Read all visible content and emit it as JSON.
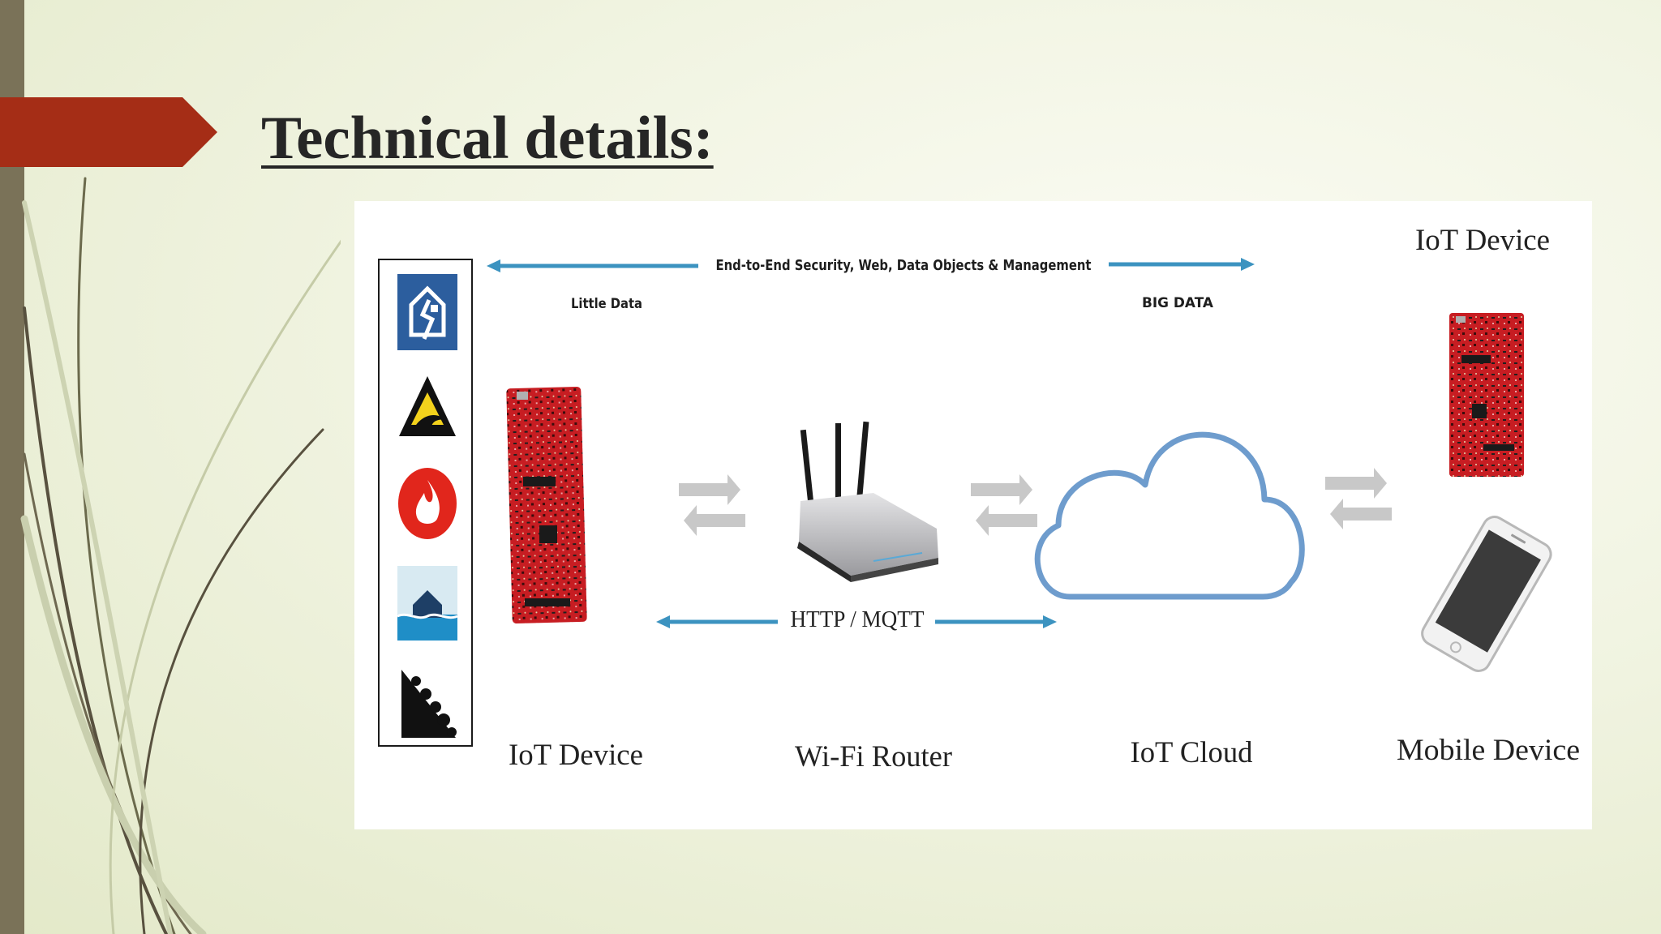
{
  "slide": {
    "title": "Technical details:"
  },
  "diagram": {
    "top_banner": "End-to-End Security, Web, Data Objects & Management",
    "little_data_label": "Little Data",
    "big_data_label": "BIG DATA",
    "protocol_label": "HTTP / MQTT",
    "nodes": {
      "iot_device_left": "IoT Device",
      "wifi_router": "Wi-Fi Router",
      "iot_cloud": "IoT Cloud",
      "iot_device_right": "IoT Device",
      "mobile_device": "Mobile Device"
    },
    "hazard_icons": [
      "earthquake-icon",
      "tsunami-icon",
      "fire-icon",
      "flood-icon",
      "landslide-icon"
    ]
  },
  "colors": {
    "title_arrow": "#a52d16",
    "left_bar": "#7a7258",
    "blue_arrows": "#3c93c0",
    "cloud_outline": "#6e9ccd",
    "board_red": "#c71d22",
    "exchange_arrows": "#c8c8c8"
  }
}
